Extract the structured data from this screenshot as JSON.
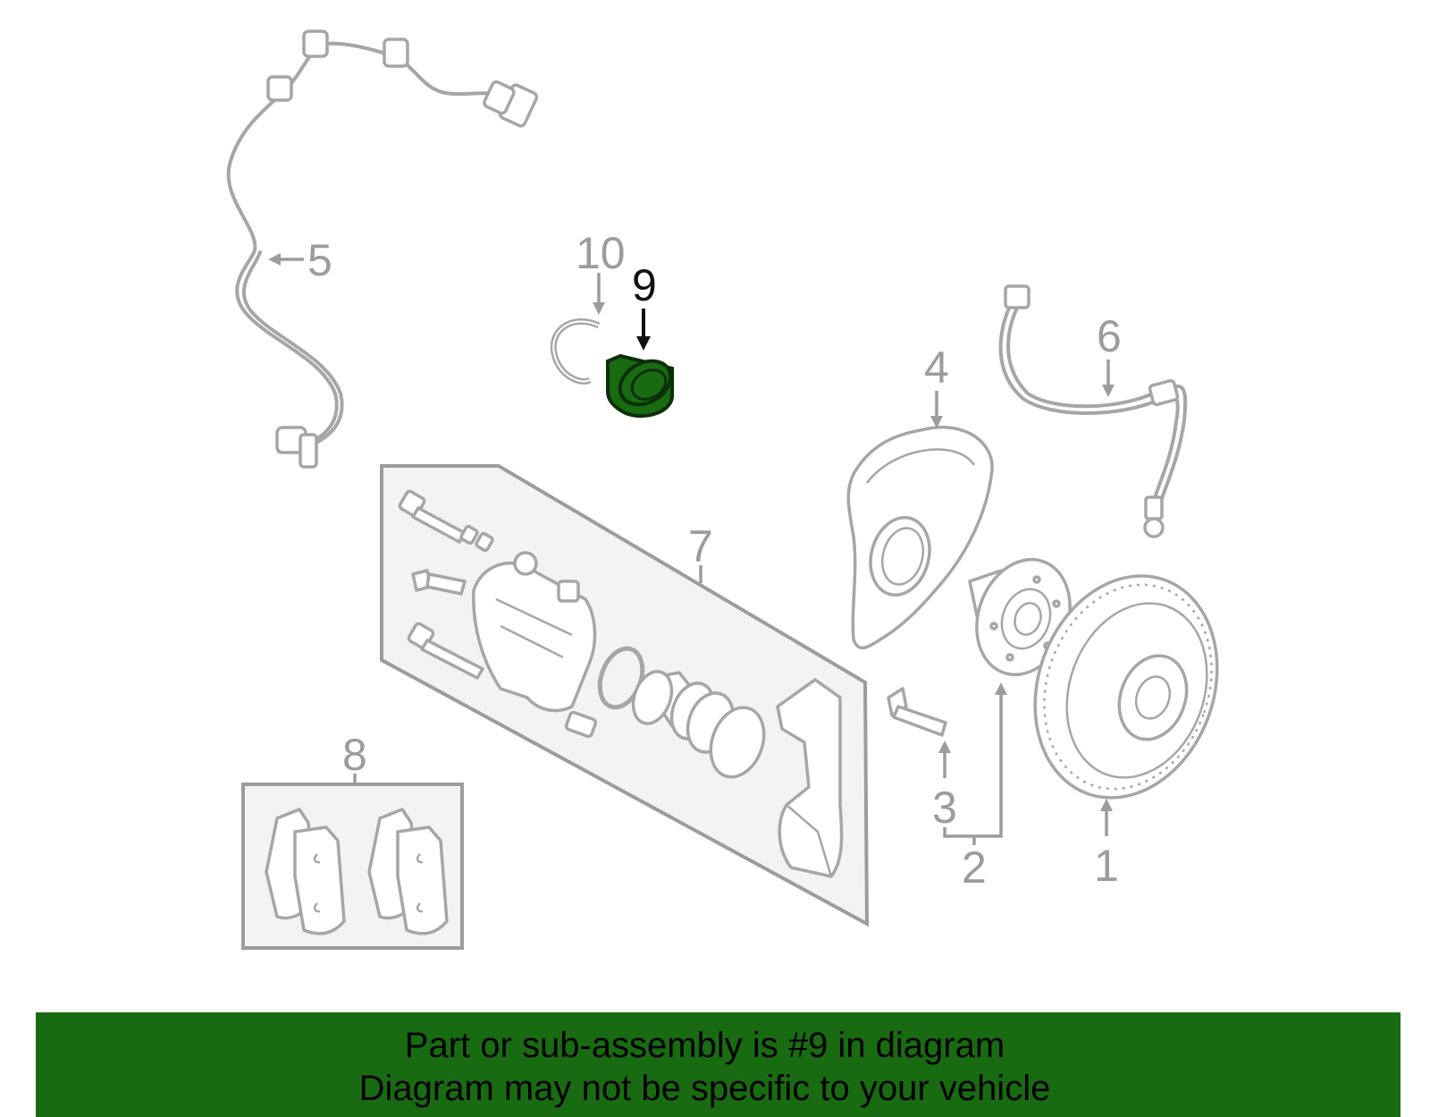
{
  "diagram": {
    "callouts": [
      {
        "id": "1",
        "label": "1"
      },
      {
        "id": "2",
        "label": "2"
      },
      {
        "id": "3",
        "label": "3"
      },
      {
        "id": "4",
        "label": "4"
      },
      {
        "id": "5",
        "label": "5"
      },
      {
        "id": "6",
        "label": "6"
      },
      {
        "id": "7",
        "label": "7"
      },
      {
        "id": "8",
        "label": "8"
      },
      {
        "id": "9",
        "label": "9",
        "highlighted": true
      },
      {
        "id": "10",
        "label": "10"
      }
    ],
    "highlight_color": "#196b12",
    "line_color": "#a6a6a6"
  },
  "banner": {
    "line1": "Part or sub-assembly is #9 in diagram",
    "line2": "Diagram may not be specific to your vehicle",
    "background": "#196b12"
  }
}
